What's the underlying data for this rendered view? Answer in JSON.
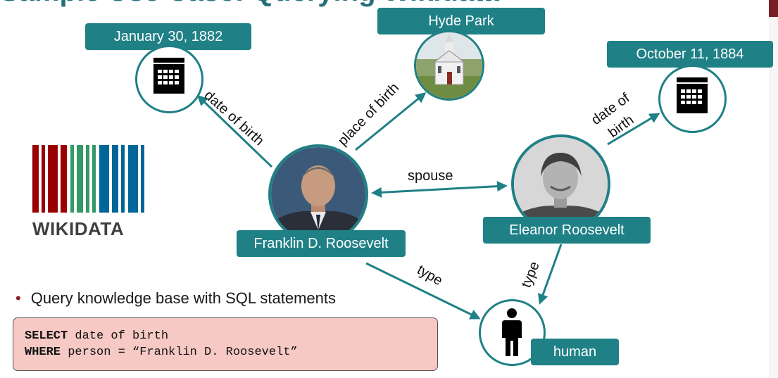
{
  "slide": {
    "title": "Sample Use Case: Querying Wikidata"
  },
  "nodes": {
    "fdr": "Franklin D. Roosevelt",
    "eleanor": "Eleanor Roosevelt",
    "hyde_park": "Hyde Park",
    "fdr_dob": "January 30, 1882",
    "eleanor_dob": "October 11, 1884",
    "human": "human"
  },
  "edges": {
    "fdr_dob": "date of birth",
    "place_of_birth": "place of birth",
    "spouse": "spouse",
    "eleanor_dob_line1": "date of",
    "eleanor_dob_line2": "birth",
    "fdr_type": "type",
    "eleanor_type": "type"
  },
  "logo": {
    "text": "WIKIDATA",
    "bar_colors": [
      "#990000",
      "#339966",
      "#006699"
    ]
  },
  "bullet": {
    "text": "Query knowledge base with SQL statements"
  },
  "sql": {
    "kw1": "SELECT",
    "rest1": " date of birth",
    "kw2": "WHERE",
    "rest2": " person = “Franklin D. Roosevelt”"
  },
  "colors": {
    "teal": "#1f8086",
    "accent": "#8b1e2a",
    "sql_bg": "#f6c9c5"
  }
}
